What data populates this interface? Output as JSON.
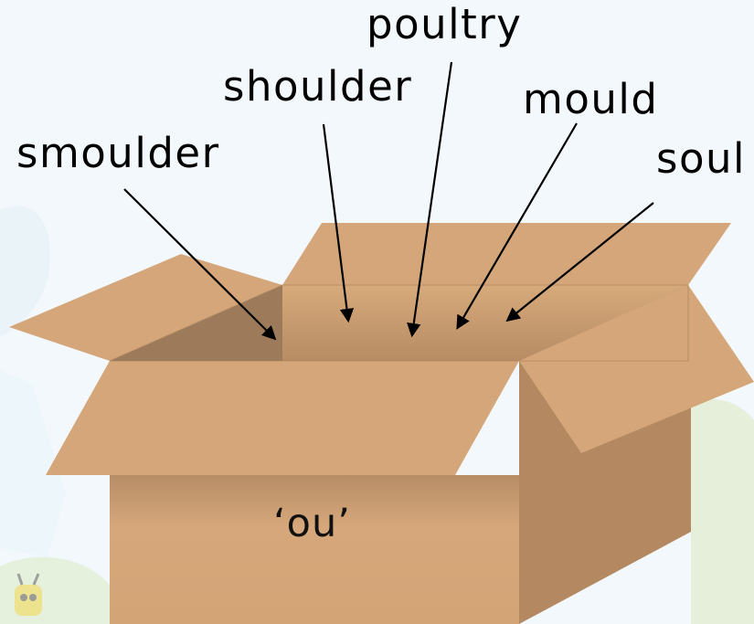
{
  "words": [
    {
      "id": "smoulder",
      "text": "smoulder"
    },
    {
      "id": "shoulder",
      "text": "shoulder"
    },
    {
      "id": "poultry",
      "text": "poultry"
    },
    {
      "id": "mould",
      "text": "mould"
    },
    {
      "id": "soul",
      "text": "soul"
    }
  ],
  "box": {
    "label": "‘ou’"
  },
  "colors": {
    "background": "#f2f8fb",
    "cardboard": "#d4a679",
    "cardboard_shadow": "#b48962",
    "cardboard_dark": "#9d7a59",
    "arrow": "#000000",
    "hill": "#e6f1dd"
  }
}
